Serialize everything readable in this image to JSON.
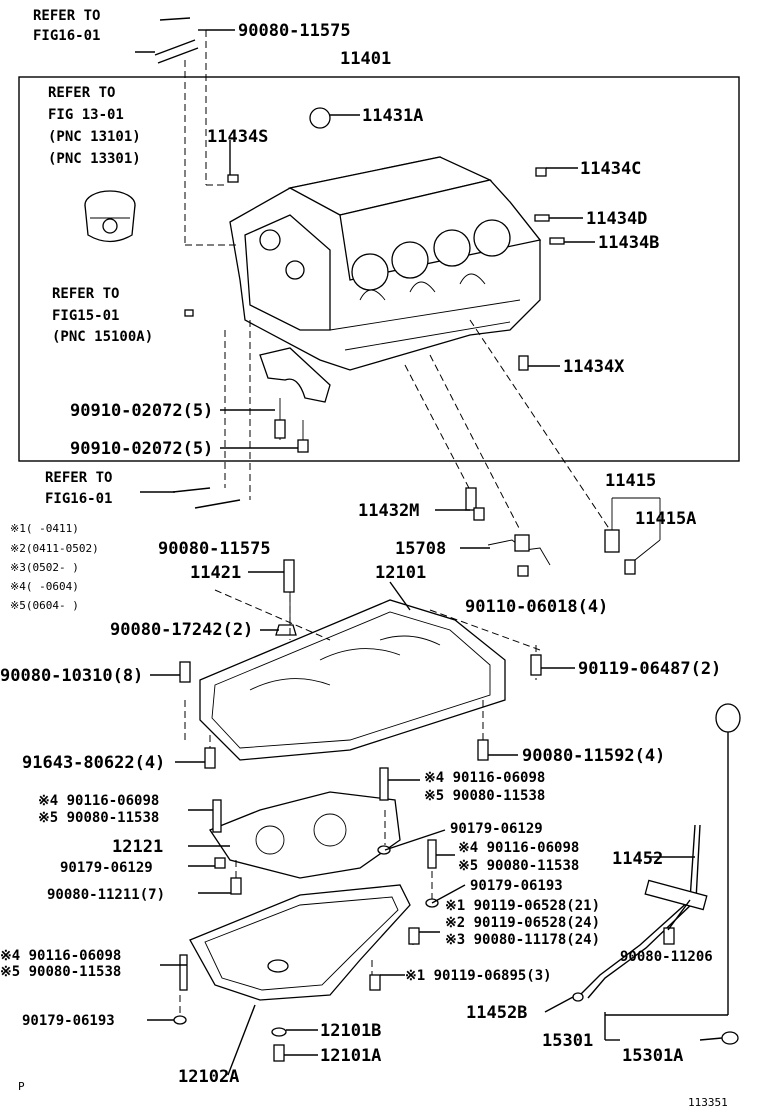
{
  "labels": {
    "refer_top": "REFER TO",
    "fig16_top": "FIG16-01",
    "p_90080_11575_top": "90080-11575",
    "p_11401": "11401",
    "refer_fig13_a": "REFER TO",
    "refer_fig13_b": "FIG 13-01",
    "refer_fig13_c": "(PNC 13101)",
    "refer_fig13_d": "(PNC 13301)",
    "p_11434S": "11434S",
    "p_11431A": "11431A",
    "p_11434C": "11434C",
    "p_11434D": "11434D",
    "p_11434B": "11434B",
    "refer_fig15_a": "REFER TO",
    "refer_fig15_b": "FIG15-01",
    "refer_fig15_c": "(PNC 15100A)",
    "p_11434X": "11434X",
    "p_90910_a": "90910-02072(5)",
    "p_90910_b": "90910-02072(5)",
    "refer_bottom_a": "REFER TO",
    "refer_bottom_b": "FIG16-01",
    "p_11415": "11415",
    "p_11432M": "11432M",
    "p_11415A": "11415A",
    "p_90080_11575_bot": "90080-11575",
    "p_15708": "15708",
    "note1": "※1(    -0411)",
    "note2": "※2(0411-0502)",
    "note3": "※3(0502-    )",
    "note4": "※4(    -0604)",
    "note5": "※5(0604-    )",
    "p_11421": "11421",
    "p_12101": "12101",
    "p_90110": "90110-06018(4)",
    "p_90080_17242": "90080-17242(2)",
    "p_90080_10310": "90080-10310(8)",
    "p_90119_06487": "90119-06487(2)",
    "p_91643": "91643-80622(4)",
    "p_90080_11592": "90080-11592(4)",
    "p_90116_r1": "※4 90116-06098",
    "p_90080_11538_r1": "※5 90080-11538",
    "p_90116_l1": "※4 90116-06098",
    "p_90080_11538_l1": "※5 90080-11538",
    "p_90179_06129_r": "90179-06129",
    "p_12121": "12121",
    "p_90116_r2": "※4 90116-06098",
    "p_90179_06129_l": "90179-06129",
    "p_90080_11538_r2": "※5 90080-11538",
    "p_11452": "11452",
    "p_90179_06193_r": "90179-06193",
    "p_90080_11211": "90080-11211(7)",
    "p_90119_06528_21": "※1 90119-06528(21)",
    "p_90119_06528_24": "※2 90119-06528(24)",
    "p_90080_11178": "※3 90080-11178(24)",
    "p_90080_11206": "90080-11206",
    "p_90116_l2": "※4 90116-06098",
    "p_90080_11538_l2": "※5 90080-11538",
    "p_90119_06895": "※1 90119-06895(3)",
    "p_11452B": "11452B",
    "p_90179_06193_l": "90179-06193",
    "p_12101B": "12101B",
    "p_15301": "15301",
    "p_12101A": "12101A",
    "p_15301A": "15301A",
    "p_12102A": "12102A",
    "corner_p": "P",
    "fig_num": "113351"
  }
}
